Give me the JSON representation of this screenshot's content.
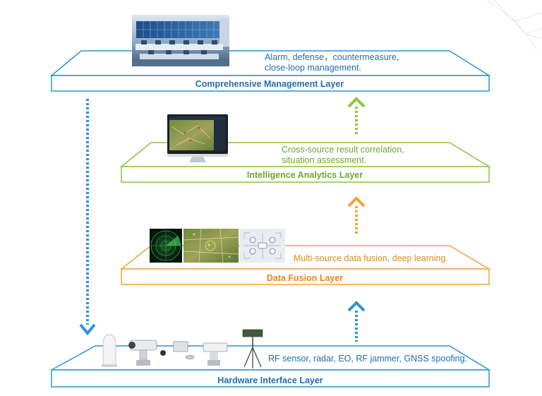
{
  "colors": {
    "blue": "#2e93d6",
    "green": "#8cc63f",
    "orange": "#f2a33a",
    "label_blue": "#1f6fb0",
    "label_green": "#6ea631",
    "label_orange": "#e08a16"
  },
  "layers": {
    "management": {
      "label": "Comprehensive Management Layer",
      "desc_line1": "Alarm, defense，countermeasure,",
      "desc_line2": "close-loop management.",
      "image": "control-room-photo"
    },
    "intelligence": {
      "label": "Intelligence Analytics Layer",
      "desc_line1": "Cross-source result correlation,",
      "desc_line2": "situation assessment.",
      "image": "monitor-map-screen"
    },
    "fusion": {
      "label": "Data Fusion Layer",
      "desc": "Multi-source data fusion, deep learning.",
      "images": [
        "radar-screen",
        "satellite-map",
        "drone-targeting"
      ]
    },
    "hardware": {
      "label": "Hardware Interface Layer",
      "desc": "RF sensor, radar, EO, RF jammer, GNSS spoofing.",
      "images": [
        "radome-sensor",
        "eo-camera",
        "rf-receiver",
        "jammer-unit",
        "radar-tripod"
      ]
    }
  },
  "arrows": {
    "feedback": "dotted-arrow-down",
    "upward": "dotted-arrow-up"
  }
}
